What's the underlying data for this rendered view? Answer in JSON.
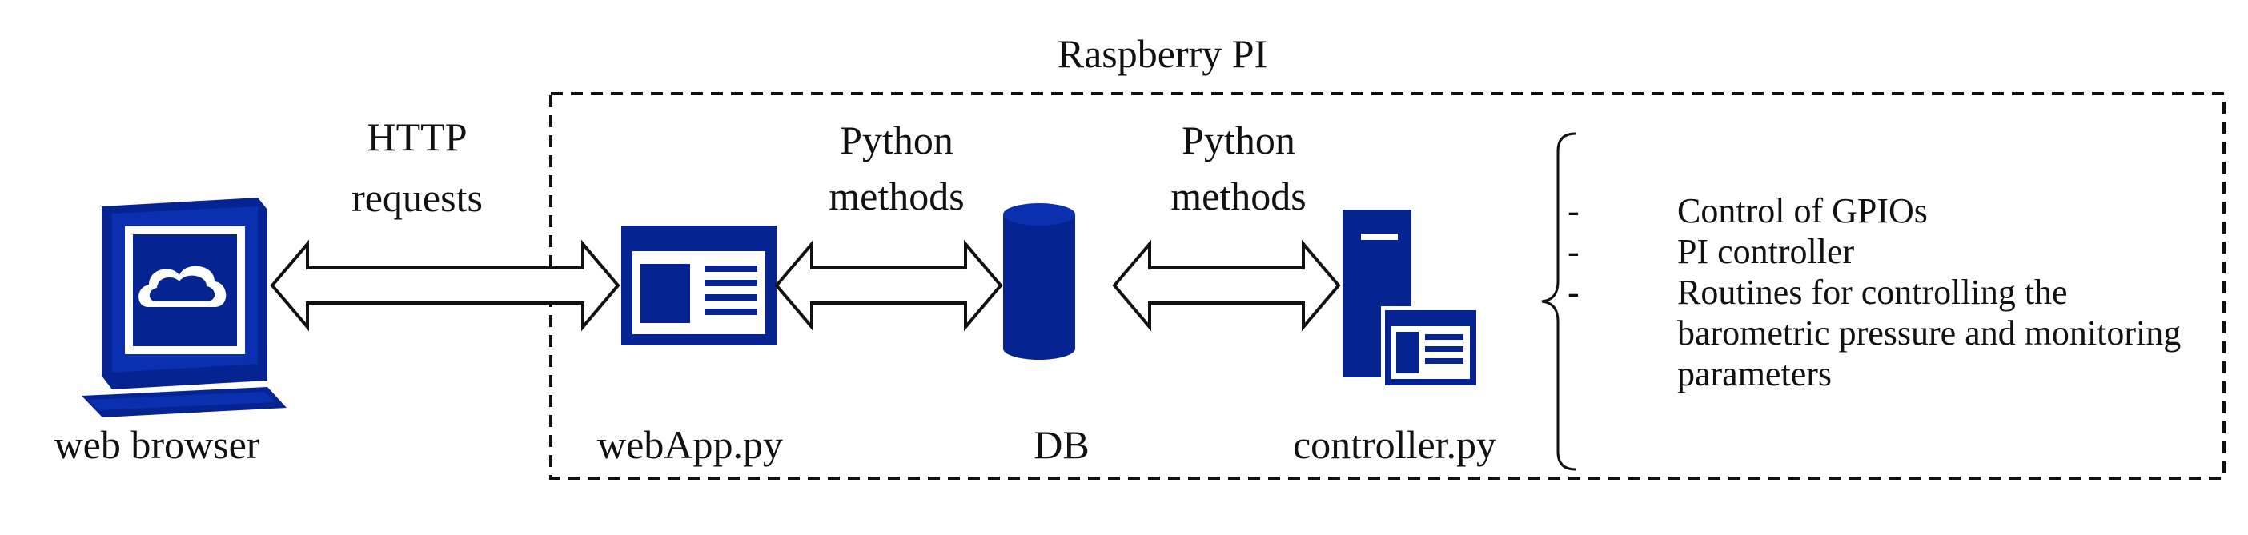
{
  "container": {
    "title": "Raspberry PI"
  },
  "connections": [
    {
      "id": "http",
      "label_line1": "HTTP",
      "label_line2": "requests"
    },
    {
      "id": "py1",
      "label_line1": "Python",
      "label_line2": "methods"
    },
    {
      "id": "py2",
      "label_line1": "Python",
      "label_line2": "methods"
    }
  ],
  "nodes": {
    "browser": {
      "label": "web browser",
      "icon": "computer-monitor-cloud-icon"
    },
    "webapp": {
      "label": "webApp.py",
      "icon": "web-page-icon"
    },
    "db": {
      "label": "DB",
      "icon": "database-cylinder-icon"
    },
    "controller": {
      "label": "controller.py",
      "icon": "server-with-window-icon"
    }
  },
  "notes": [
    "Control of GPIOs",
    "PI controller",
    "Routines for controlling the barometric pressure and monitoring parameters"
  ],
  "colors": {
    "icon_blue": "#062491",
    "line": "#111111",
    "background": "#ffffff"
  }
}
